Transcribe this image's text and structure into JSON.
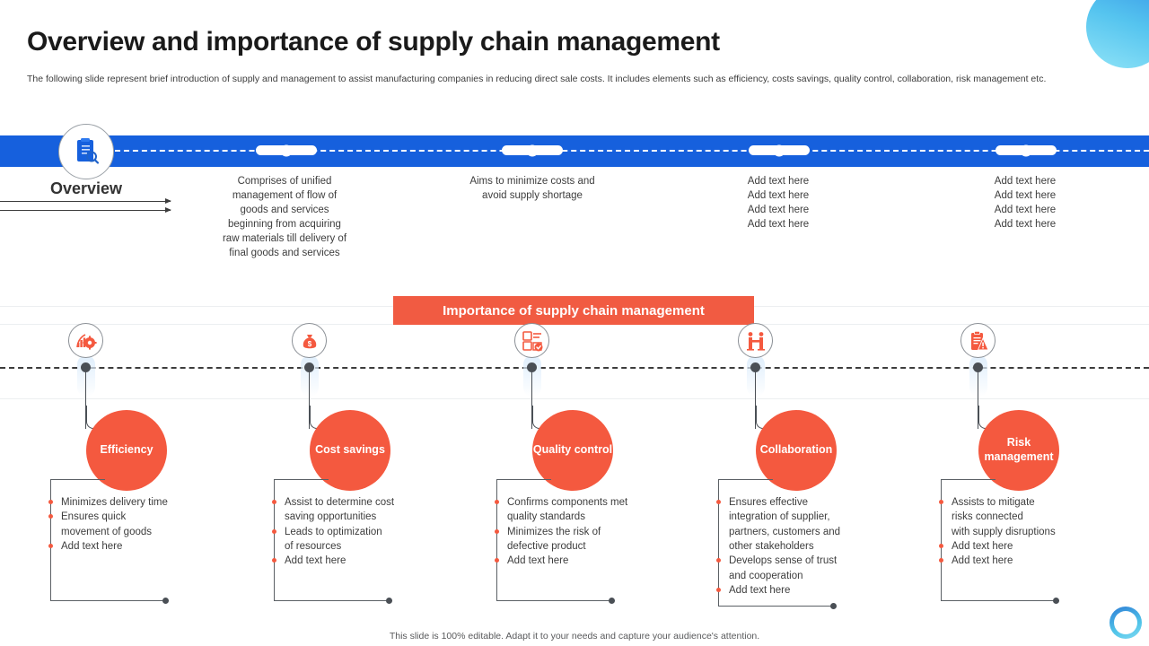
{
  "slide": {
    "title": "Overview and importance of supply chain management",
    "subtitle": "The following slide represent brief introduction of supply and management to assist manufacturing companies in reducing direct sale costs. It includes elements such as efficiency, costs savings, quality control, collaboration, risk management etc.",
    "footer": "This slide is 100% editable. Adapt it to your needs and capture your audience's attention."
  },
  "colors": {
    "band_blue": "#1660dd",
    "accent_orange": "#f4593f",
    "header_orange": "#f15b42",
    "text_dark": "#3d3d3d",
    "deco_blue": "#55c4ef"
  },
  "overview": {
    "label": "Overview",
    "icon": "clipboard-search-icon",
    "columns": [
      {
        "lines": [
          "Comprises of unified",
          "management of flow of",
          "goods and services",
          "beginning from acquiring",
          "raw materials till delivery of",
          "final goods and services"
        ]
      },
      {
        "lines": [
          "Aims to minimize costs and",
          "avoid supply shortage"
        ]
      },
      {
        "lines": [
          "Add text here",
          "Add text here",
          "Add text here",
          "Add text here"
        ]
      },
      {
        "lines": [
          "Add text here",
          "Add text here",
          "Add text here",
          "Add text here"
        ]
      }
    ]
  },
  "importance": {
    "header": "Importance of supply chain management",
    "items": [
      {
        "label": "Efficiency",
        "icon": "efficiency-gear-chart-icon",
        "bullets": [
          [
            "Minimizes delivery time"
          ],
          [
            "Ensures quick",
            "movement of goods"
          ],
          [
            "Add text here"
          ]
        ]
      },
      {
        "label": "Cost savings",
        "icon": "money-bag-icon",
        "bullets": [
          [
            "Assist to determine cost",
            "saving opportunities"
          ],
          [
            "Leads to optimization",
            "of resources"
          ],
          [
            "Add text here"
          ]
        ]
      },
      {
        "label": "Quality control",
        "icon": "quality-checklist-icon",
        "bullets": [
          [
            "Confirms components met",
            "quality standards"
          ],
          [
            "Minimizes the risk of",
            "defective product"
          ],
          [
            "Add text here"
          ]
        ]
      },
      {
        "label": "Collaboration",
        "icon": "handshake-people-icon",
        "bullets": [
          [
            "Ensures effective",
            "integration of supplier,",
            "partners, customers and",
            "other stakeholders"
          ],
          [
            "Develops sense of trust",
            "and cooperation"
          ],
          [
            "Add text here"
          ]
        ]
      },
      {
        "label": "Risk management",
        "icon": "risk-clipboard-warning-icon",
        "bullets": [
          [
            "Assists to mitigate",
            "risks connected",
            "with supply disruptions"
          ],
          [
            "Add text here"
          ],
          [
            "Add text here"
          ]
        ]
      }
    ]
  }
}
